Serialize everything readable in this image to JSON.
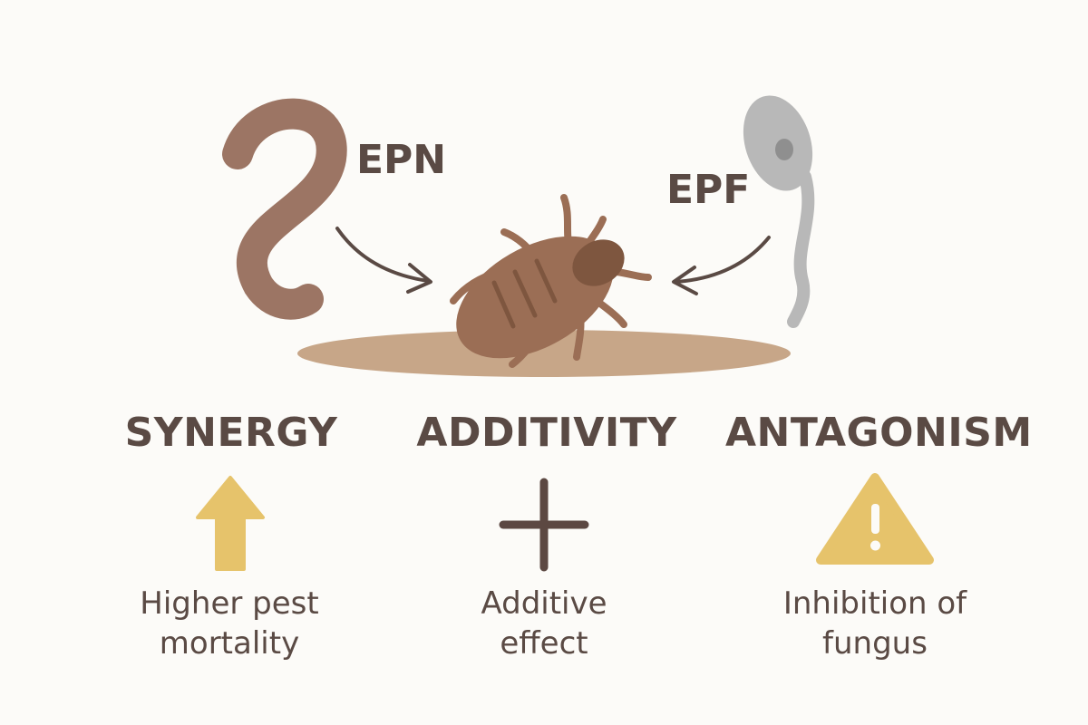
{
  "agents": {
    "left": "EPN",
    "right": "EPF"
  },
  "outcomes": [
    {
      "heading": "SYNERGY",
      "icon": "up-arrow-icon",
      "line1": "Higher pest",
      "line2": "mortality"
    },
    {
      "heading": "ADDITIVITY",
      "icon": "plus-icon",
      "line1": "Additive",
      "line2": "effect"
    },
    {
      "heading": "ANTAGONISM",
      "icon": "warning-icon",
      "line1": "Inhibition of",
      "line2": "fungus"
    }
  ],
  "colors": {
    "background": "#fcfbf8",
    "text": "#5a4a44",
    "nematode": "#9c7564",
    "insect": "#9b6e55",
    "soil": "#c7a688",
    "fungus": "#b8b8b8",
    "icon_yellow": "#e6c36b",
    "icon_dark": "#5c4842"
  }
}
